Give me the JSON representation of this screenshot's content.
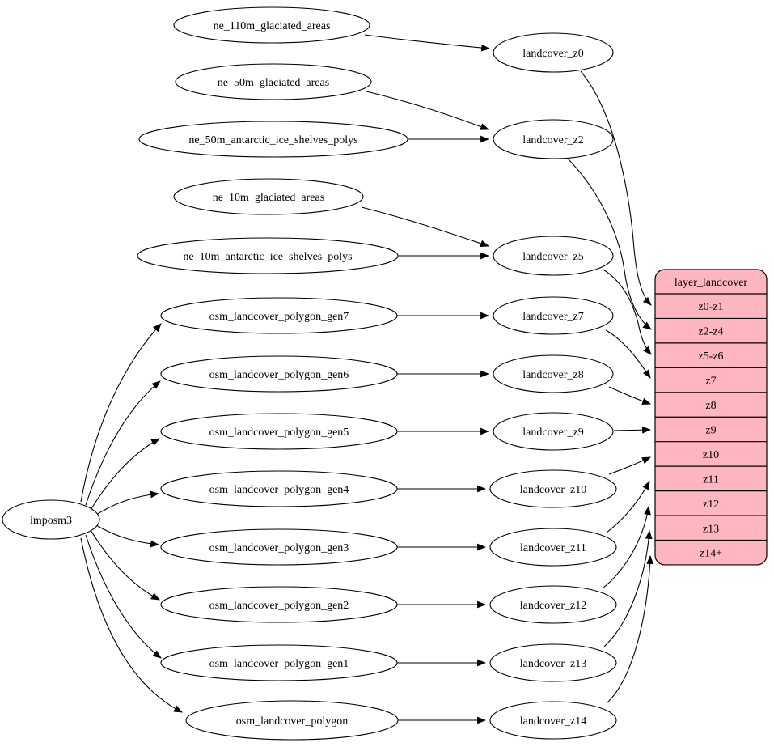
{
  "colors": {
    "background": "#ffffff",
    "node_fill": "#ffffff",
    "node_stroke": "#000000",
    "edge": "#000000",
    "table_fill": "#ffb6c1",
    "table_stroke": "#000000",
    "text": "#000000"
  },
  "graph": {
    "importer_node": {
      "id": "imposm3",
      "label": "imposm3"
    },
    "source_nodes": [
      {
        "id": "ne_110m_glaciated_areas",
        "label": "ne_110m_glaciated_areas"
      },
      {
        "id": "ne_50m_glaciated_areas",
        "label": "ne_50m_glaciated_areas"
      },
      {
        "id": "ne_50m_antarctic_ice_shelves_polys",
        "label": "ne_50m_antarctic_ice_shelves_polys"
      },
      {
        "id": "ne_10m_glaciated_areas",
        "label": "ne_10m_glaciated_areas"
      },
      {
        "id": "ne_10m_antarctic_ice_shelves_polys",
        "label": "ne_10m_antarctic_ice_shelves_polys"
      },
      {
        "id": "osm_landcover_polygon_gen7",
        "label": "osm_landcover_polygon_gen7"
      },
      {
        "id": "osm_landcover_polygon_gen6",
        "label": "osm_landcover_polygon_gen6"
      },
      {
        "id": "osm_landcover_polygon_gen5",
        "label": "osm_landcover_polygon_gen5"
      },
      {
        "id": "osm_landcover_polygon_gen4",
        "label": "osm_landcover_polygon_gen4"
      },
      {
        "id": "osm_landcover_polygon_gen3",
        "label": "osm_landcover_polygon_gen3"
      },
      {
        "id": "osm_landcover_polygon_gen2",
        "label": "osm_landcover_polygon_gen2"
      },
      {
        "id": "osm_landcover_polygon_gen1",
        "label": "osm_landcover_polygon_gen1"
      },
      {
        "id": "osm_landcover_polygon",
        "label": "osm_landcover_polygon"
      }
    ],
    "stage_nodes": [
      {
        "id": "landcover_z0",
        "label": "landcover_z0"
      },
      {
        "id": "landcover_z2",
        "label": "landcover_z2"
      },
      {
        "id": "landcover_z5",
        "label": "landcover_z5"
      },
      {
        "id": "landcover_z7",
        "label": "landcover_z7"
      },
      {
        "id": "landcover_z8",
        "label": "landcover_z8"
      },
      {
        "id": "landcover_z9",
        "label": "landcover_z9"
      },
      {
        "id": "landcover_z10",
        "label": "landcover_z10"
      },
      {
        "id": "landcover_z11",
        "label": "landcover_z11"
      },
      {
        "id": "landcover_z12",
        "label": "landcover_z12"
      },
      {
        "id": "landcover_z13",
        "label": "landcover_z13"
      },
      {
        "id": "landcover_z14",
        "label": "landcover_z14"
      }
    ],
    "table": {
      "id": "layer_landcover",
      "title": "layer_landcover",
      "rows": [
        "z0-z1",
        "z2-z4",
        "z5-z6",
        "z7",
        "z8",
        "z9",
        "z10",
        "z11",
        "z12",
        "z13",
        "z14+"
      ]
    },
    "edges": [
      {
        "from": "imposm3",
        "to": "osm_landcover_polygon_gen7"
      },
      {
        "from": "imposm3",
        "to": "osm_landcover_polygon_gen6"
      },
      {
        "from": "imposm3",
        "to": "osm_landcover_polygon_gen5"
      },
      {
        "from": "imposm3",
        "to": "osm_landcover_polygon_gen4"
      },
      {
        "from": "imposm3",
        "to": "osm_landcover_polygon_gen3"
      },
      {
        "from": "imposm3",
        "to": "osm_landcover_polygon_gen2"
      },
      {
        "from": "imposm3",
        "to": "osm_landcover_polygon_gen1"
      },
      {
        "from": "imposm3",
        "to": "osm_landcover_polygon"
      },
      {
        "from": "ne_110m_glaciated_areas",
        "to": "landcover_z0"
      },
      {
        "from": "ne_50m_glaciated_areas",
        "to": "landcover_z2"
      },
      {
        "from": "ne_50m_antarctic_ice_shelves_polys",
        "to": "landcover_z2"
      },
      {
        "from": "ne_10m_glaciated_areas",
        "to": "landcover_z5"
      },
      {
        "from": "ne_10m_antarctic_ice_shelves_polys",
        "to": "landcover_z5"
      },
      {
        "from": "osm_landcover_polygon_gen7",
        "to": "landcover_z7"
      },
      {
        "from": "osm_landcover_polygon_gen6",
        "to": "landcover_z8"
      },
      {
        "from": "osm_landcover_polygon_gen5",
        "to": "landcover_z9"
      },
      {
        "from": "osm_landcover_polygon_gen4",
        "to": "landcover_z10"
      },
      {
        "from": "osm_landcover_polygon_gen3",
        "to": "landcover_z11"
      },
      {
        "from": "osm_landcover_polygon_gen2",
        "to": "landcover_z12"
      },
      {
        "from": "osm_landcover_polygon_gen1",
        "to": "landcover_z13"
      },
      {
        "from": "osm_landcover_polygon",
        "to": "landcover_z14"
      },
      {
        "from": "landcover_z0",
        "to": "row:z0-z1"
      },
      {
        "from": "landcover_z2",
        "to": "row:z2-z4"
      },
      {
        "from": "landcover_z5",
        "to": "row:z5-z6"
      },
      {
        "from": "landcover_z7",
        "to": "row:z7"
      },
      {
        "from": "landcover_z8",
        "to": "row:z8"
      },
      {
        "from": "landcover_z9",
        "to": "row:z9"
      },
      {
        "from": "landcover_z10",
        "to": "row:z10"
      },
      {
        "from": "landcover_z11",
        "to": "row:z11"
      },
      {
        "from": "landcover_z12",
        "to": "row:z12"
      },
      {
        "from": "landcover_z13",
        "to": "row:z13"
      },
      {
        "from": "landcover_z14",
        "to": "row:z14+"
      }
    ]
  }
}
